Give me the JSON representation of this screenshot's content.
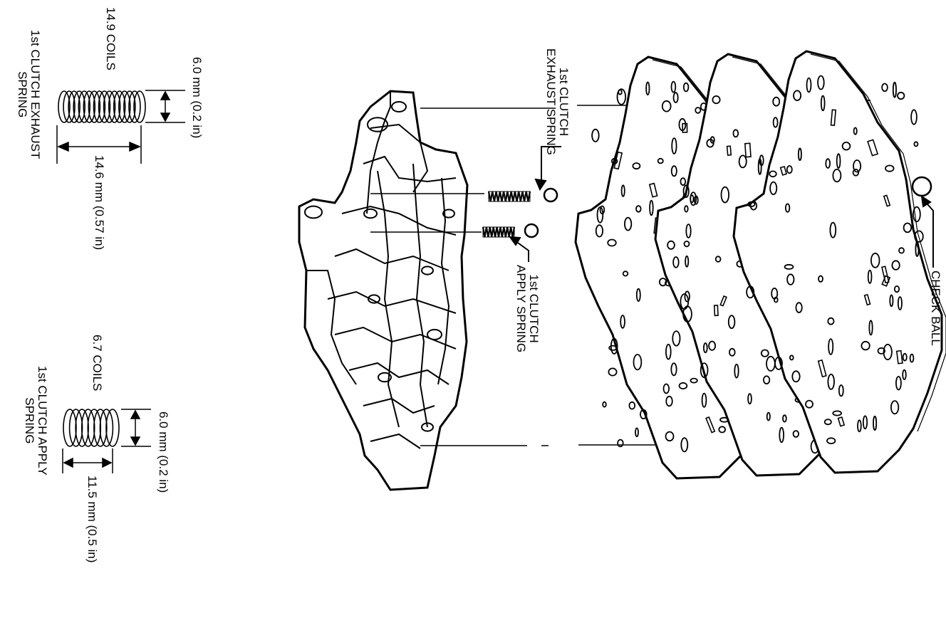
{
  "labels": {
    "exhaust_coils": "14.9 COILS",
    "exhaust_spring_line1": "1st CLUTCH EXHAUST",
    "exhaust_spring_line2": "SPRING",
    "exhaust_width": "6.0 mm   (0.2 in)",
    "exhaust_length": "14.6 mm   (0.57 in)",
    "apply_coils": "6.7 COILS",
    "apply_spring_line1": "1st CLUTCH APPLY",
    "apply_spring_line2": "SPRING",
    "apply_width": "6.0 mm   (0.2 in)",
    "apply_length": "11.5 mm   (0.5 in)",
    "callout_exhaust_line1": "1st CLUTCH",
    "callout_exhaust_line2": "EXHAUST SPRING",
    "callout_apply_line1": "1st CLUTCH",
    "callout_apply_line2": "APPLY SPRING",
    "callout_check_ball": "CHECK BALL"
  },
  "colors": {
    "ink": "#000000",
    "paper": "#ffffff"
  }
}
